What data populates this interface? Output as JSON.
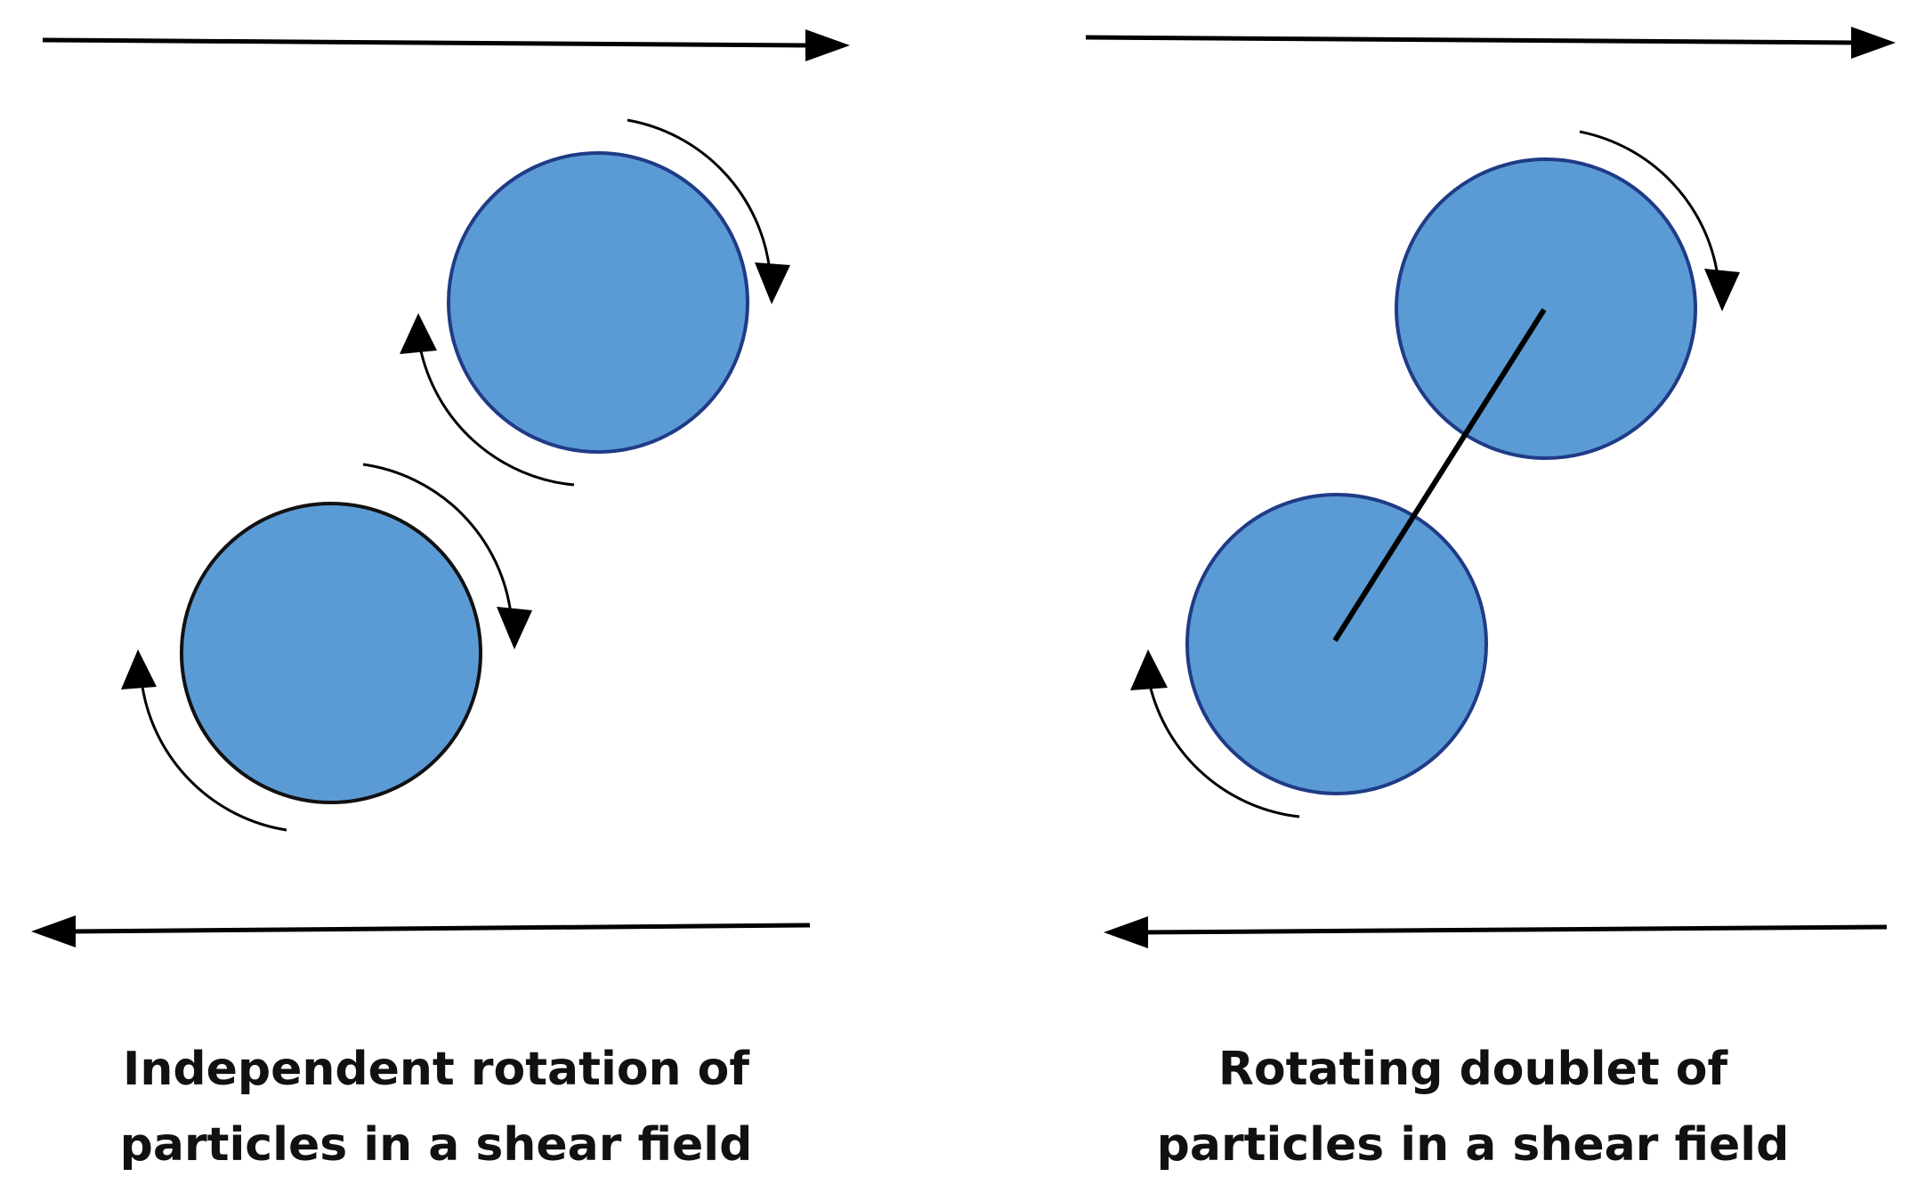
{
  "colors": {
    "particle_fill": "#5b9bd5",
    "particle_stroke": "#1f3b87",
    "independent_particle_outline": "#111111",
    "line": "#000000"
  },
  "panels": {
    "left": {
      "caption": [
        "Independent rotation of",
        "particles in a shear field"
      ],
      "top_flow_arrow": "shear-flow-right",
      "bottom_flow_arrow": "shear-flow-left",
      "particles": [
        "independent-particle-upper",
        "independent-particle-lower"
      ],
      "rotation_direction": "clockwise"
    },
    "right": {
      "caption": [
        "Rotating doublet of",
        "particles in a shear field"
      ],
      "top_flow_arrow": "shear-flow-right",
      "bottom_flow_arrow": "shear-flow-left",
      "particles": [
        "doublet-particle-upper",
        "doublet-particle-lower"
      ],
      "rotation_direction": "clockwise"
    }
  },
  "icons": {
    "flow_arrow": "long-arrow-icon",
    "rotation_arrow": "curved-arrow-icon",
    "particle": "circle-particle-icon",
    "doublet_link": "connector-line-icon"
  }
}
